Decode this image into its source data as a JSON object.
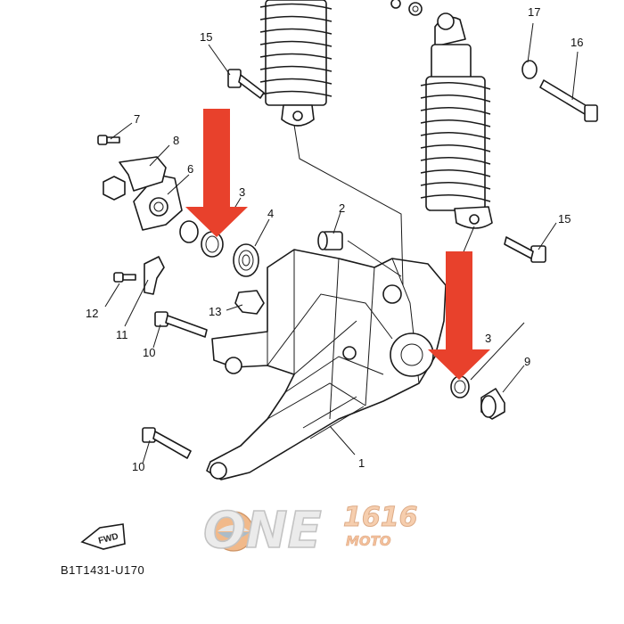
{
  "diagram": {
    "callouts": [
      {
        "id": "c1",
        "text": "1"
      },
      {
        "id": "c2",
        "text": "2"
      },
      {
        "id": "c3a",
        "text": "3"
      },
      {
        "id": "c3b",
        "text": "3"
      },
      {
        "id": "c4",
        "text": "4"
      },
      {
        "id": "c6",
        "text": "6"
      },
      {
        "id": "c7",
        "text": "7"
      },
      {
        "id": "c8",
        "text": "8"
      },
      {
        "id": "c9",
        "text": "9"
      },
      {
        "id": "c10a",
        "text": "10"
      },
      {
        "id": "c10b",
        "text": "10"
      },
      {
        "id": "c11",
        "text": "11"
      },
      {
        "id": "c12",
        "text": "12"
      },
      {
        "id": "c13",
        "text": "13"
      },
      {
        "id": "c15a",
        "text": "15"
      },
      {
        "id": "c15b",
        "text": "15"
      },
      {
        "id": "c16",
        "text": "16"
      },
      {
        "id": "c17",
        "text": "17"
      }
    ],
    "direction_badge": "FWD",
    "figure_code": "B1T1431-U170",
    "watermark": {
      "main": "ONE",
      "number": "1616",
      "sub": "MOTO"
    },
    "highlight_arrow_color": "#e8412c"
  }
}
